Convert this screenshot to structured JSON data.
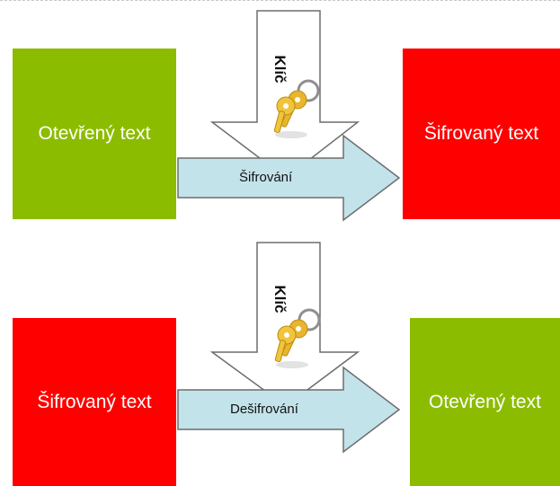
{
  "colors": {
    "green": "#8cbc00",
    "red": "#ff0000",
    "process_arrow_fill": "#c3e3ea",
    "key_arrow_fill": "#ffffff",
    "outline": "#6d6d6d",
    "key_gold": "#e8b52c",
    "key_ring": "#8f8f8f"
  },
  "encryption": {
    "input_label": "Otevřený text",
    "process_label": "Šifrování",
    "key_label": "Klíč",
    "output_label": "Šifrovaný text",
    "key_icon": "keys-icon"
  },
  "decryption": {
    "input_label": "Šifrovaný text",
    "process_label": "Dešifrování",
    "key_label": "Klíč",
    "output_label": "Otevřený text",
    "key_icon": "keys-icon"
  }
}
